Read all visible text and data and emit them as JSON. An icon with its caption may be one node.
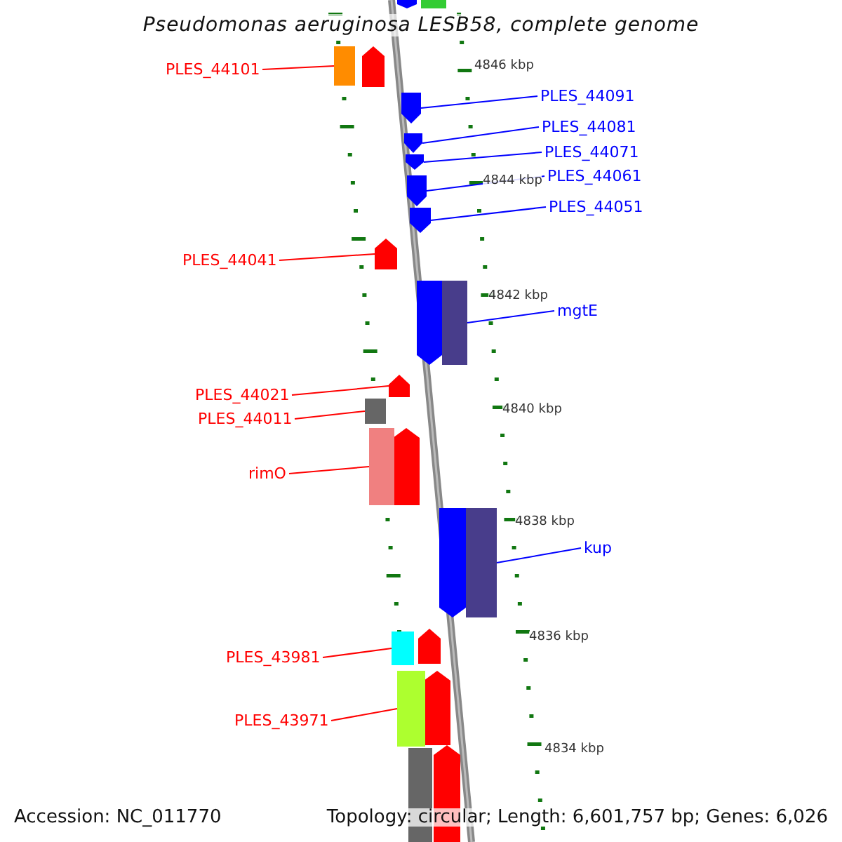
{
  "diagram": {
    "title": "Pseudomonas aeruginosa LESB58, complete genome",
    "nodes": [
      {
        "text": [
          "PLES_44101"
        ]
      },
      {
        "text": [
          "PLES_44091"
        ]
      },
      {
        "text": [
          "PLES_44081"
        ]
      },
      {
        "text": [
          "PLES_44071"
        ]
      },
      {
        "text": [
          "PLES_44061"
        ]
      },
      {
        "text": [
          "PLES_44051"
        ]
      },
      {
        "text": [
          "PLES_44041"
        ]
      },
      {
        "text": [
          "mgtE"
        ]
      },
      {
        "text": [
          "PLES_44021"
        ]
      },
      {
        "text": [
          "PLES_44011"
        ]
      },
      {
        "text": [
          "rimO"
        ]
      },
      {
        "text": [
          "kup"
        ]
      },
      {
        "text": [
          "PLES_43981"
        ]
      },
      {
        "text": [
          "PLES_43971"
        ]
      },
      {
        "text": [],
        "shape": "box"
      },
      {
        "text": [],
        "shape": "arrow"
      },
      {
        "text": [],
        "shape": "arrow"
      },
      {
        "text": [],
        "shape": "arrow"
      },
      {
        "text": [],
        "shape": "arrow"
      },
      {
        "text": [],
        "shape": "arrow"
      },
      {
        "text": [],
        "shape": "arrow"
      },
      {
        "text": [],
        "shape": "box"
      },
      {
        "text": [],
        "shape": "arrow"
      },
      {
        "text": [],
        "shape": "box"
      },
      {
        "text": [],
        "shape": "box"
      },
      {
        "text": [],
        "shape": "box"
      },
      {
        "text": [],
        "shape": "box"
      },
      {
        "text": [],
        "shape": "box"
      }
    ],
    "edges": [
      {
        "from": 0,
        "to": 14,
        "arrow": "none",
        "color": "#ff0000"
      },
      {
        "from": 1,
        "to": 15,
        "arrow": "none",
        "color": "#0000ff"
      },
      {
        "from": 2,
        "to": 16,
        "arrow": "none",
        "color": "#0000ff"
      },
      {
        "from": 3,
        "to": 17,
        "arrow": "none",
        "color": "#0000ff"
      },
      {
        "from": 4,
        "to": 18,
        "arrow": "none",
        "color": "#0000ff"
      },
      {
        "from": 5,
        "to": 19,
        "arrow": "none",
        "color": "#0000ff"
      },
      {
        "from": 6,
        "to": 20,
        "arrow": "none",
        "color": "#ff0000"
      },
      {
        "from": 7,
        "to": 21,
        "arrow": "none",
        "color": "#0000ff"
      },
      {
        "from": 8,
        "to": 22,
        "arrow": "none",
        "color": "#ff0000"
      },
      {
        "from": 9,
        "to": 23,
        "arrow": "none",
        "color": "#ff0000"
      },
      {
        "from": 10,
        "to": 24,
        "arrow": "none",
        "color": "#ff0000"
      },
      {
        "from": 11,
        "to": 25,
        "arrow": "none",
        "color": "#0000ff"
      },
      {
        "from": 12,
        "to": 26,
        "arrow": "none",
        "color": "#ff0000"
      },
      {
        "from": 13,
        "to": 27,
        "arrow": "none",
        "color": "#ff0000"
      }
    ],
    "labels": [
      "4846 kbp",
      "4844 kbp",
      "4842 kbp",
      "4840 kbp",
      "4838 kbp",
      "4836 kbp",
      "4834 kbp",
      "Accession: NC_011770",
      "Topology: circular; Length: 6,601,757 bp; Genes: 6,026"
    ]
  }
}
